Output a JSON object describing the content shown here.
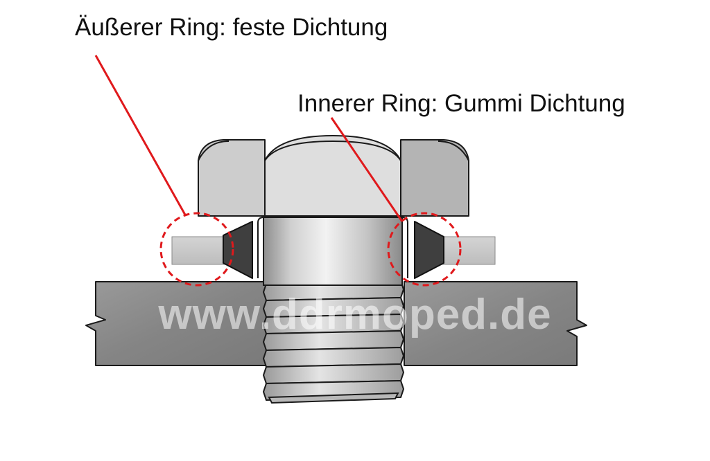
{
  "labels": {
    "outer_ring": "Äußerer Ring: feste Dichtung",
    "inner_ring": "Innerer Ring: Gummi Dichtung"
  },
  "watermark": "www.ddrmoped.de",
  "colors": {
    "callout": "#e0191c",
    "outline": "#1a1a1a",
    "plate": "#8c8c8c",
    "washer_outer": "#c9c9c9",
    "washer_inner": "#3f3f3f"
  }
}
